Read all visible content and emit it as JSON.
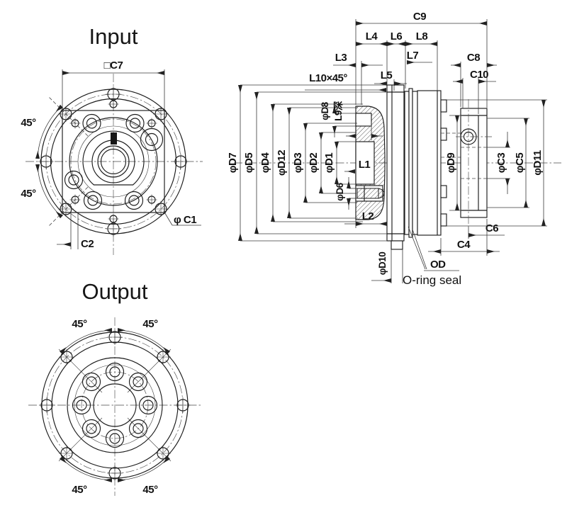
{
  "views": {
    "input": {
      "title": "Input",
      "dim_c7": "□C7",
      "dim_angle_upper": "45°",
      "dim_angle_lower": "45°",
      "dim_c1": "φ C1",
      "dim_c2": "C2"
    },
    "output": {
      "title": "Output",
      "angle_tl": "45°",
      "angle_tr": "45°",
      "angle_bl": "45°",
      "angle_br": "45°"
    },
    "section": {
      "dims_top": {
        "c9": "C9",
        "l4": "L4",
        "l6": "L6",
        "l8": "L8",
        "l3": "L3",
        "l10": "L10×45°",
        "l7": "L7",
        "l5": "L5",
        "c8": "C8",
        "c10": "C10"
      },
      "dims_left": {
        "d7": "φD7",
        "d5": "φD5",
        "d4": "φD4",
        "d12": "φD12",
        "d3": "φD3",
        "d2": "φD2",
        "d1": "φD1",
        "d8": "φD8",
        "l9": "L9深",
        "d6": "φD6"
      },
      "dims_center": {
        "l1": "L1",
        "l2": "L2"
      },
      "dims_right": {
        "d9": "φD9",
        "c3": "φC3",
        "c5": "φC5",
        "d11": "φD11"
      },
      "dims_bottom": {
        "d10": "φD10",
        "c4": "C4",
        "c6": "C6",
        "od": "OD"
      },
      "annotations": {
        "oring": "O-ring seal"
      }
    }
  }
}
